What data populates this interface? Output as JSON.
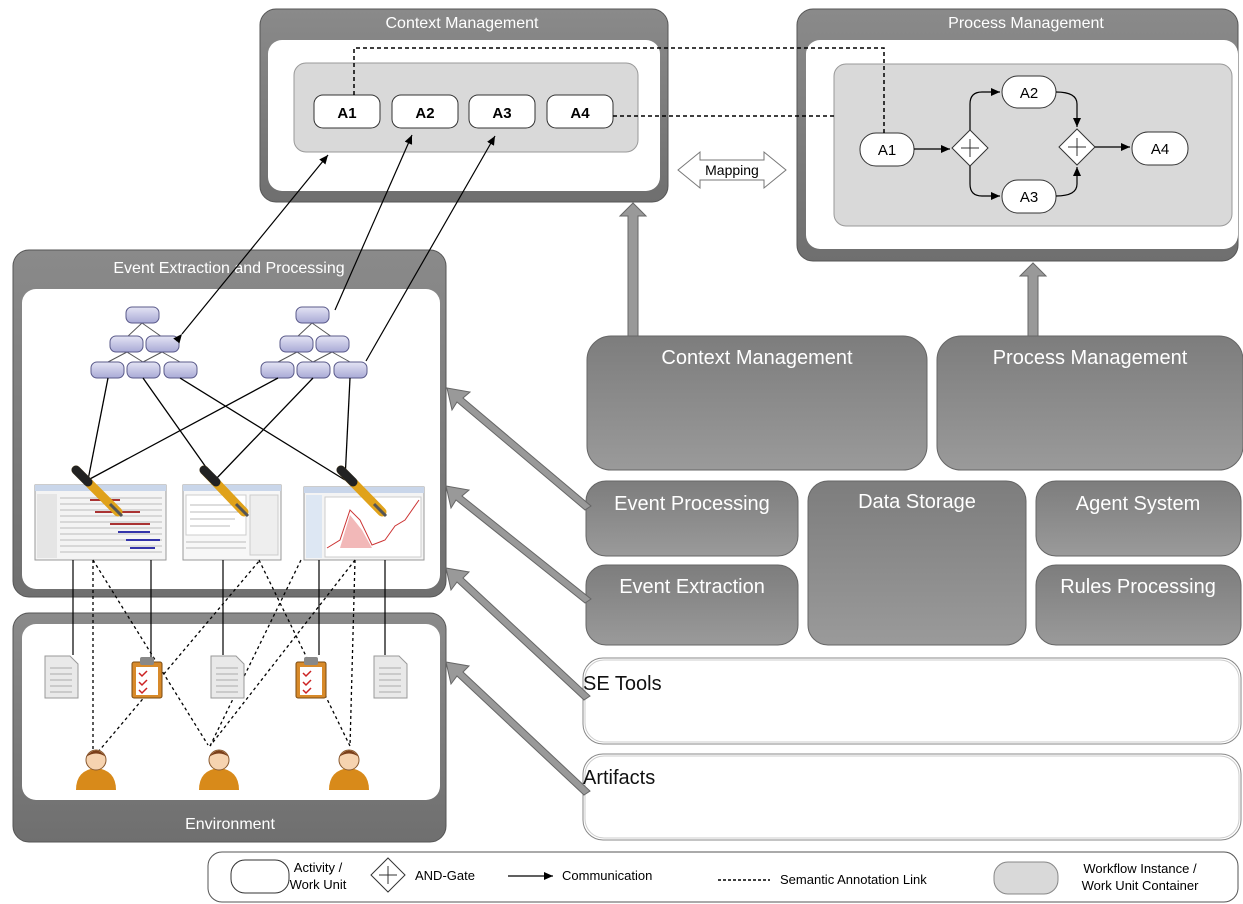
{
  "context_management_panel": {
    "title": "Context Management",
    "activities": [
      "A1",
      "A2",
      "A3",
      "A4"
    ]
  },
  "process_management_panel": {
    "title": "Process Management",
    "activities": [
      "A1",
      "A2",
      "A3",
      "A4"
    ]
  },
  "mapping_label": "Mapping",
  "event_extraction_panel": {
    "title": "Event Extraction and Processing"
  },
  "environment_panel": {
    "title": "Environment"
  },
  "layers": {
    "context_management": "Context Management",
    "process_management": "Process Management",
    "event_processing": "Event Processing",
    "data_storage": "Data Storage",
    "agent_system": "Agent System",
    "event_extraction": "Event Extraction",
    "rules_processing": "Rules Processing",
    "se_tools": "SE Tools",
    "artifacts": "Artifacts"
  },
  "legend": {
    "activity_line1": "Activity /",
    "activity_line2": "Work Unit",
    "and_gate": "AND-Gate",
    "communication": "Communication",
    "semantic_link": "Semantic Annotation Link",
    "container_line1": "Workflow Instance /",
    "container_line2": "Work Unit Container"
  },
  "colors": {
    "panel_dark": "#7f7f7f",
    "container_gray": "#d9d9d9",
    "layer_gray": "#8c8c8c",
    "node_lavender": "#c8c9e6"
  }
}
